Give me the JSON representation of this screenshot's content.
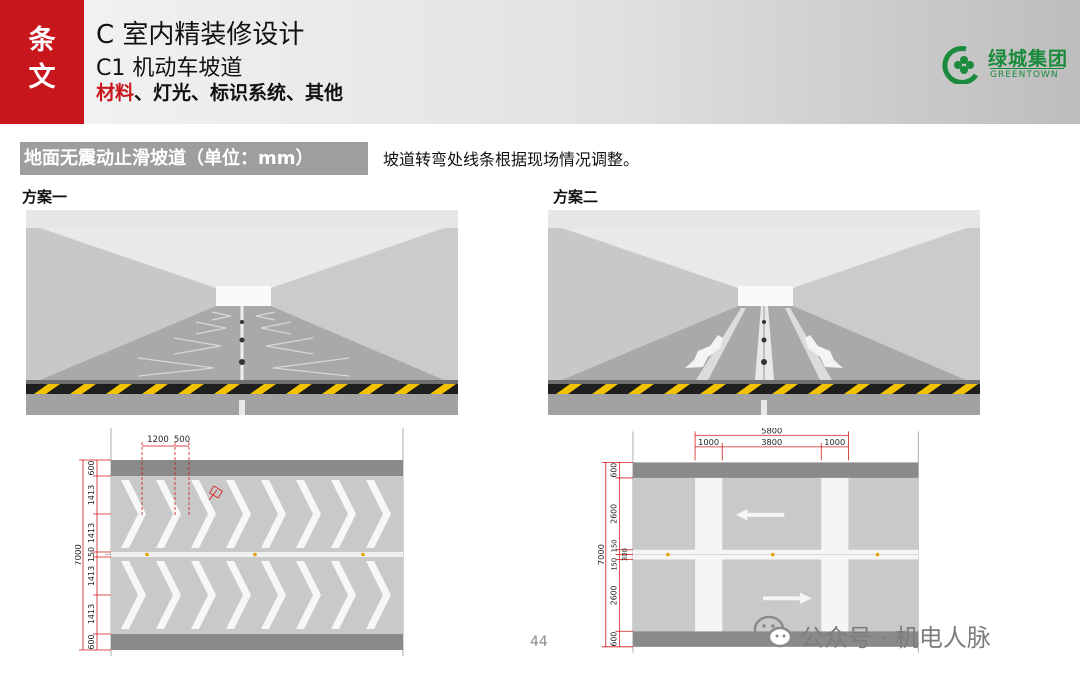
{
  "header": {
    "clause_chars": [
      "条",
      "文"
    ],
    "title": "C 室内精装修设计",
    "subtitle": "C1 机动车坡道",
    "topics_highlight": "材料",
    "topics_rest": "、灯光、标识系统、其他"
  },
  "logo": {
    "name_cn": "绿城集团",
    "name_en": "GREENTOWN"
  },
  "section": {
    "label": "地面无震动止滑坡道（单位：mm）",
    "note": "坡道转弯处线条根据现场情况调整。"
  },
  "scheme1": {
    "title": "方案一",
    "dims_top": [
      "1200",
      "500"
    ],
    "dims_left": [
      "600",
      "1413",
      "1413",
      "150",
      "1413",
      "1413",
      "600"
    ],
    "total": "7000"
  },
  "scheme2": {
    "title": "方案二",
    "dims_top_total": "5800",
    "dims_top": [
      "1000",
      "3800",
      "1000"
    ],
    "dims_left": [
      "600",
      "2600",
      "150",
      "150",
      "2600",
      "600"
    ],
    "total": "7000",
    "total_small": "300"
  },
  "page_number": "44",
  "watermark": {
    "text": "公众号 · 机电人脉"
  },
  "colors": {
    "brand_red": "#c8161d",
    "brand_green": "#1a8a3c",
    "hazard_yellow": "#f2c200"
  }
}
